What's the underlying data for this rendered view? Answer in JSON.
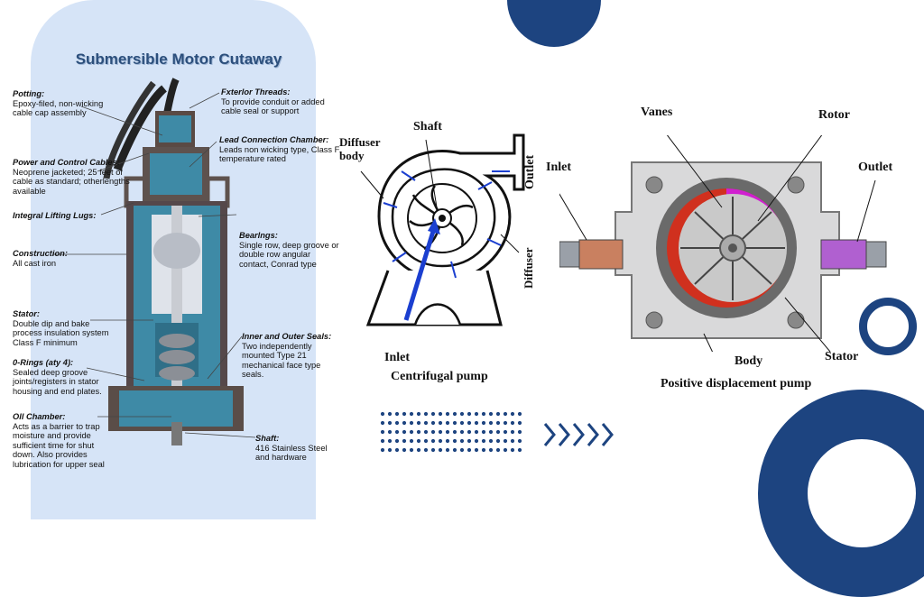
{
  "motor": {
    "title": "Submersible Motor Cutaway",
    "labels": [
      {
        "title": "Potting:",
        "desc": "Epoxy-filed, non-wicking cable cap assembly"
      },
      {
        "title": "Power and Control Cables:",
        "desc": "Neoprene jacketed; 25 feet of cable as standard; otherlengths available"
      },
      {
        "title": "Integral Lifting Lugs:",
        "desc": ""
      },
      {
        "title": "Construction:",
        "desc": "All cast iron"
      },
      {
        "title": "Stator:",
        "desc": "Double dip and bake process insulation system Class F minimum"
      },
      {
        "title": "0-Rings (aty 4):",
        "desc": "Sealed deep groove joints/registers in stator housing and end plates."
      },
      {
        "title": "Oll Chamber:",
        "desc": "Acts as a barrier to trap moisture and provide sufficient time for shut down. Also provides lubrication for upper seal"
      },
      {
        "title": "Fxterlor Threads:",
        "desc": "To provide conduit or added cable seal or support"
      },
      {
        "title": "Lead Connection Chamber:",
        "desc": "Leads non wicking type, Class F temperature rated"
      },
      {
        "title": "Bearlngs:",
        "desc": "Single row, deep groove or double row angular contact, Conrad type"
      },
      {
        "title": "Inner and Outer Seals:",
        "desc": "Two independently mounted Type 21 mechanical face type seals."
      },
      {
        "title": "Shaft:",
        "desc": "416 Stainless Steel and hardware"
      }
    ]
  },
  "centrifugal": {
    "shaft": "Shaft",
    "diffuser_body": "Diffuser body",
    "outlet": "Outlet",
    "diffuser": "Diffuser",
    "inlet": "Inlet",
    "caption": "Centrifugal pump"
  },
  "positive": {
    "vanes": "Vanes",
    "rotor": "Rotor",
    "inlet": "Inlet",
    "outlet": "Outlet",
    "body": "Body",
    "stator": "Stator",
    "caption": "Positive displacement pump"
  },
  "colors": {
    "accent": "#1d4480",
    "panel": "#d6e4f7",
    "motor_blue": "#3e8aa6",
    "flow_blue": "#1b3fd0"
  },
  "icons": [
    "dot-grid-decoration",
    "chevron-arrows-icon",
    "circle-decoration"
  ]
}
